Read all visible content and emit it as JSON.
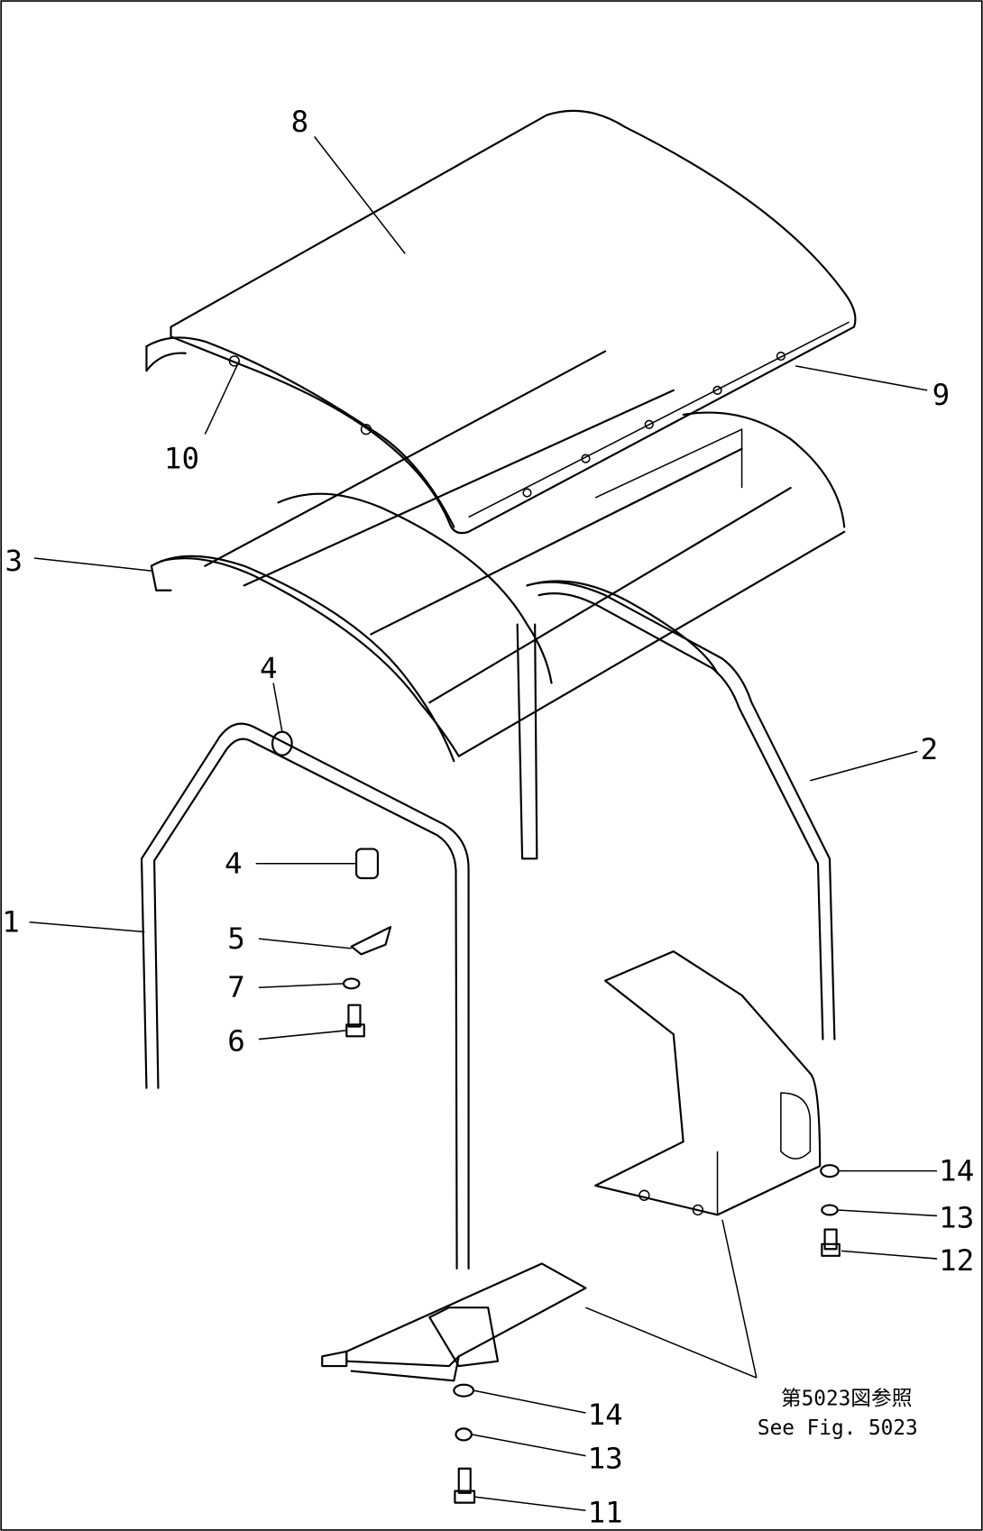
{
  "diagram": {
    "callouts": {
      "c8": "8",
      "c9": "9",
      "c10": "10",
      "c3": "3",
      "c4a": "4",
      "c2": "2",
      "c4b": "4",
      "c5": "5",
      "c7": "7",
      "c6": "6",
      "c1": "1",
      "c14a": "14",
      "c13a": "13",
      "c12": "12",
      "c14b": "14",
      "c13b": "13",
      "c11": "11"
    },
    "note": {
      "japanese": "第5023図参照",
      "english": "See Fig. 5023"
    }
  }
}
